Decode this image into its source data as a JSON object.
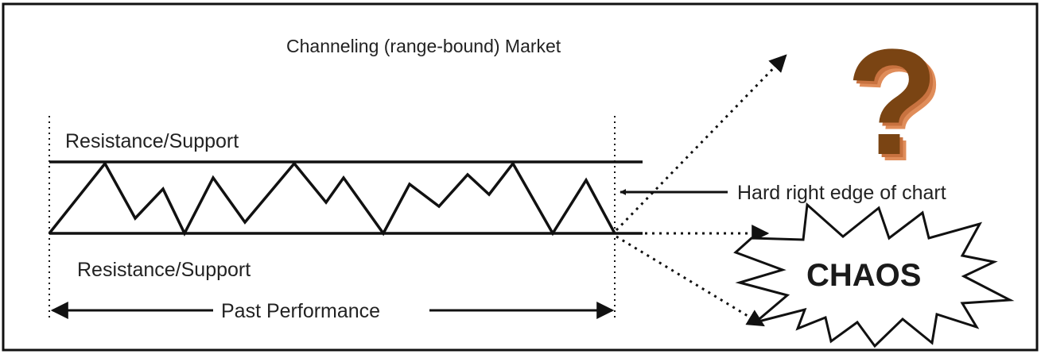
{
  "title": "Channeling (range-bound) Market",
  "resistance_support_top": "Resistance/Support",
  "resistance_support_bottom": "Resistance/Support",
  "hard_right_edge_label": "Hard right edge of chart",
  "past_performance_label": "Past Performance",
  "chaos_label": "CHAOS",
  "question_mark": "?",
  "colors": {
    "line": "#111111",
    "question_front": "#7a4413",
    "question_side": "#e08d5a"
  },
  "icons": {
    "question": "question-mark-icon",
    "burst": "explosion-burst-icon"
  }
}
